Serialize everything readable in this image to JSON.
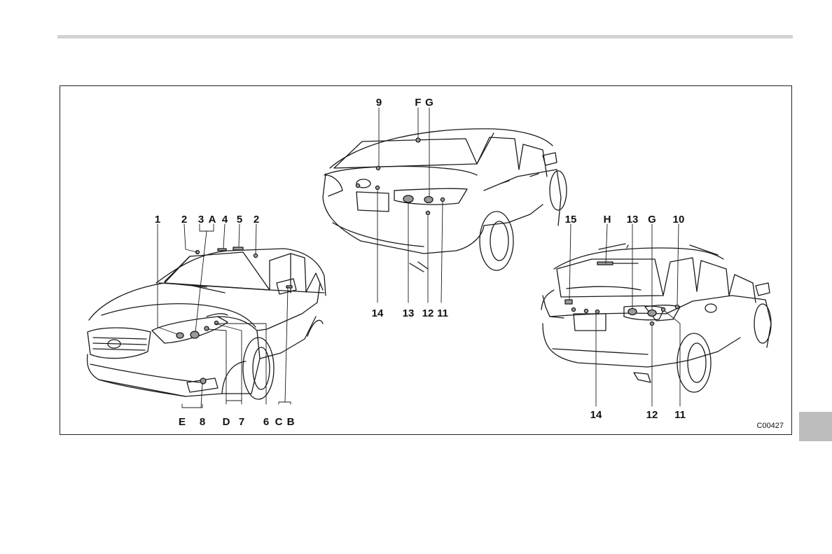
{
  "figure": {
    "code": "C00427",
    "callouts": {
      "front": [
        "1",
        "2",
        "3",
        "A",
        "4",
        "5",
        "2",
        "E",
        "8",
        "D",
        "7",
        "6",
        "C",
        "B"
      ],
      "sedan_rear": [
        "9",
        "F",
        "G",
        "14",
        "13",
        "12",
        "11"
      ],
      "hatch_rear": [
        "15",
        "H",
        "13",
        "G",
        "10",
        "14",
        "12",
        "11"
      ]
    }
  },
  "colors": {
    "rule": "#d2d2d2",
    "frame": "#222222",
    "section_tab": "#bdbdbd",
    "lamp_marker": "#9a9a9a"
  }
}
